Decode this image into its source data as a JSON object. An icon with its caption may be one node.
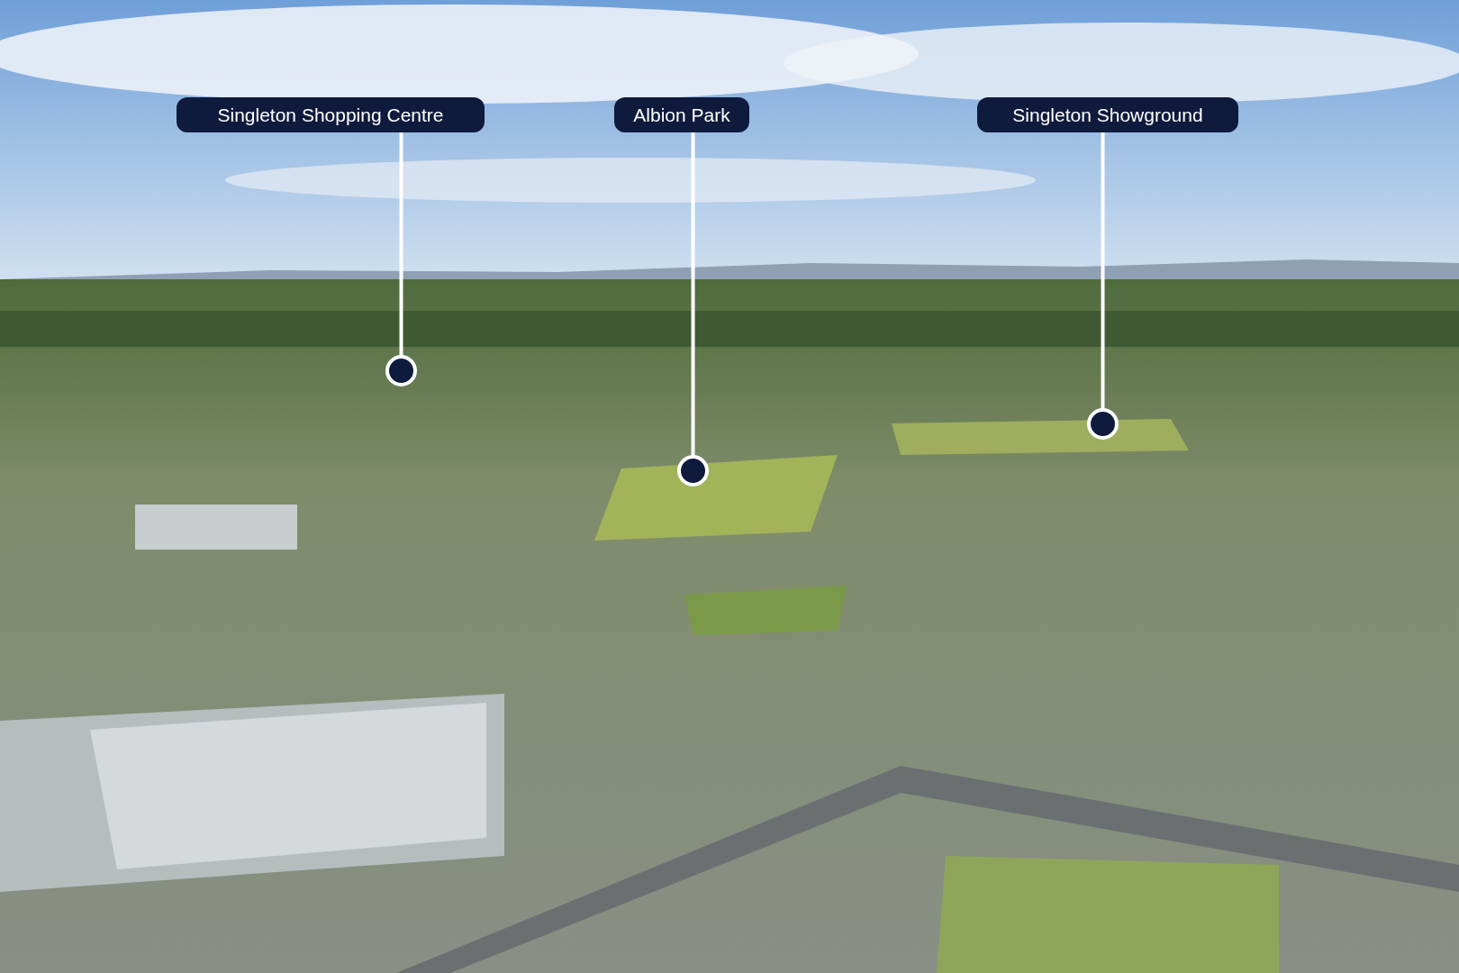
{
  "diagram": {
    "nodes": [
      {
        "text": [
          "Singleton Shopping Centre"
        ]
      },
      {
        "text": [
          "Albion Park"
        ]
      },
      {
        "text": [
          "Singleton Showground"
        ]
      },
      {
        "text": [],
        "shape": "circle"
      },
      {
        "text": [],
        "shape": "circle"
      },
      {
        "text": [],
        "shape": "circle"
      }
    ],
    "edges": [
      {
        "from": 0,
        "to": 3,
        "arrow": "none"
      },
      {
        "from": 1,
        "to": 4,
        "arrow": "none"
      },
      {
        "from": 2,
        "to": 5,
        "arrow": "none"
      }
    ]
  }
}
